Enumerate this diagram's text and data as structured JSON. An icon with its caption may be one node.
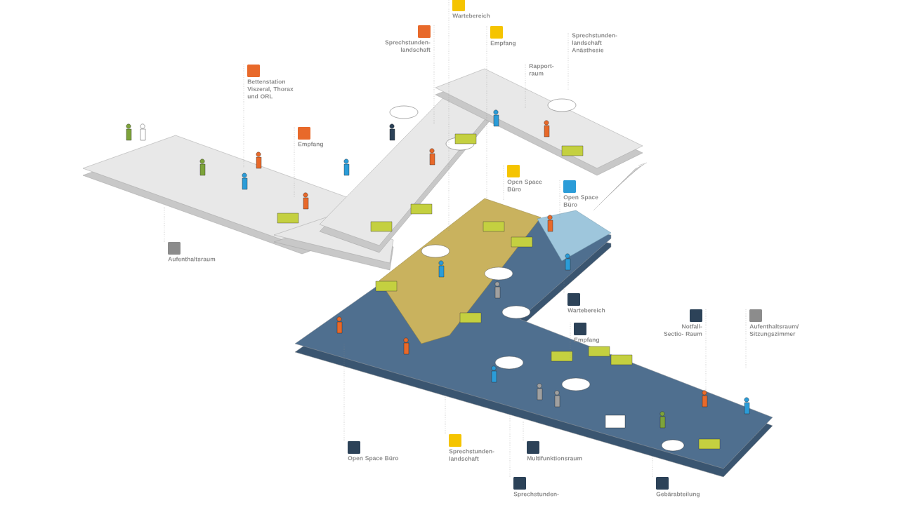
{
  "diagram": {
    "nodes": [
      {
        "text": [
          "Wartebereich"
        ]
      },
      {
        "text": [
          "Sprechstunden- landschaft"
        ]
      },
      {
        "text": [
          "Empfang"
        ]
      },
      {
        "text": [
          "Sprechstunden- landschaft Anästhesie"
        ]
      },
      {
        "text": [
          "Rapport- raum"
        ]
      },
      {
        "text": [
          "Bettenstation Viszeral, Thorax und ORL"
        ]
      },
      {
        "text": [
          "Empfang"
        ]
      },
      {
        "text": [
          "Aufenthaltsraum"
        ]
      },
      {
        "text": [
          "Open Space Büro"
        ]
      },
      {
        "text": [
          "Open Space Büro"
        ]
      },
      {
        "text": [
          "Wartebereich"
        ]
      },
      {
        "text": [
          "Empfang"
        ]
      },
      {
        "text": [
          "Notfall-Sectio- Raum"
        ]
      },
      {
        "text": [
          "Aufenthaltsraum/ Sitzungszimmer"
        ]
      },
      {
        "text": [
          "Open Space Büro"
        ]
      },
      {
        "text": [
          "Sprechstunden- landschaft"
        ]
      },
      {
        "text": [
          "Multifunktionsraum"
        ]
      },
      {
        "text": [
          "Sprechstunden-"
        ]
      },
      {
        "text": [
          "Gebärabteilung"
        ]
      }
    ],
    "edges": [
      {
        "from": 0,
        "to": null,
        "arrow": "none"
      },
      {
        "from": 1,
        "to": null,
        "arrow": "none"
      },
      {
        "from": 2,
        "to": null,
        "arrow": "none"
      },
      {
        "from": 3,
        "to": null,
        "arrow": "none"
      },
      {
        "from": 4,
        "to": null,
        "arrow": "none"
      },
      {
        "from": 5,
        "to": null,
        "arrow": "none"
      },
      {
        "from": 6,
        "to": null,
        "arrow": "none"
      },
      {
        "from": 7,
        "to": null,
        "arrow": "none"
      },
      {
        "from": 8,
        "to": null,
        "arrow": "none"
      },
      {
        "from": 9,
        "to": null,
        "arrow": "none"
      },
      {
        "from": 10,
        "to": null,
        "arrow": "none"
      },
      {
        "from": 11,
        "to": null,
        "arrow": "none"
      },
      {
        "from": 12,
        "to": null,
        "arrow": "none"
      },
      {
        "from": 13,
        "to": null,
        "arrow": "none"
      },
      {
        "from": 14,
        "to": null,
        "arrow": "none"
      },
      {
        "from": 15,
        "to": null,
        "arrow": "none"
      },
      {
        "from": 16,
        "to": null,
        "arrow": "none"
      },
      {
        "from": 17,
        "to": null,
        "arrow": "none"
      },
      {
        "from": 18,
        "to": null,
        "arrow": "none"
      }
    ]
  }
}
